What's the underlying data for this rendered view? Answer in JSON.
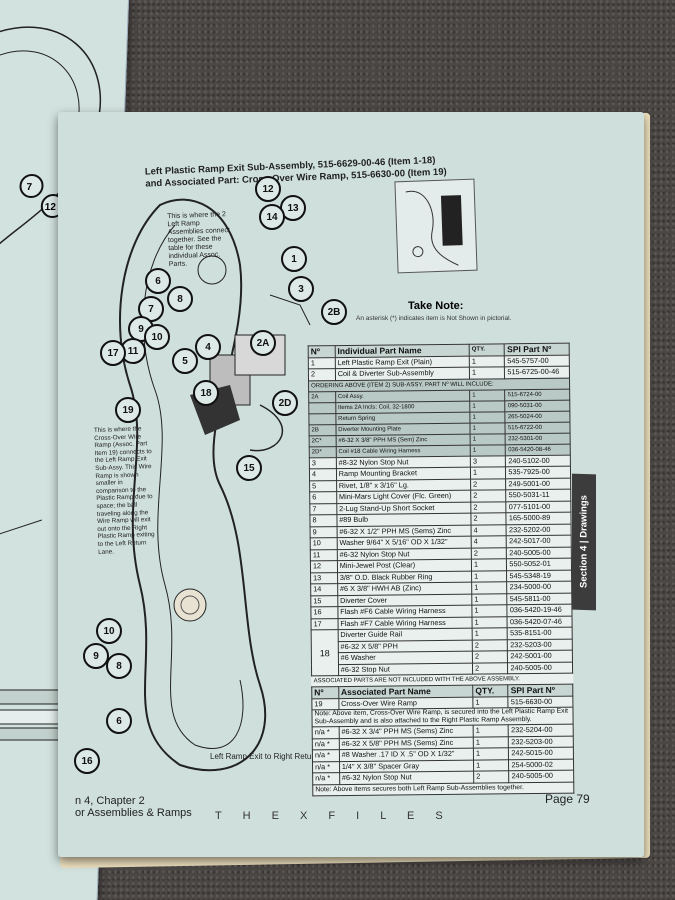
{
  "page": {
    "title_line1": "Left Plastic Ramp Exit Sub-Assembly, 515-6629-00-46 (Item 1-18)",
    "title_line2": "and Associated Part:  Cross-Over Wire Ramp, 515-6630-00 (Item 19)",
    "take_note_heading": "Take Note:",
    "take_note_text": "An asterisk (*) indicates item is Not Shown in pictorial.",
    "side_tab": "Section 4 | Drawings",
    "page_number": "Page 79",
    "footer_chapter": "n 4, Chapter 2",
    "footer_sub": "or Assemblies & Ramps",
    "footer_brand": "T H E  X  F I L E S",
    "ramp_caption": "Left Ramp Exit to Right Return Lane.",
    "left_note": "This is where the Cross-Over Wire Ramp (Assoc. Part Item 19) connects to the Left Ramp Exit Sub-Assy. This Wire Ramp is shown smaller in comparison to the Plastic Ramp due to space; the ball traveling along the Wire Ramp will exit out onto the Right Plastic Ramp exiting to the Left Return Lane.",
    "top_note": "This is where the 2 Left Ramp Assemblies connect together. See the table for these individual Assoc. Parts."
  },
  "callouts": [
    "12",
    "13",
    "14",
    "1",
    "6",
    "3",
    "2B",
    "8",
    "7",
    "9",
    "10",
    "11",
    "5",
    "4",
    "2A",
    "18",
    "17",
    "19",
    "2D",
    "15"
  ],
  "callouts_lower": [
    "10",
    "9",
    "8",
    "6",
    "16"
  ],
  "parts_table": {
    "headers": [
      "Nº",
      "Individual Part Name",
      "QTY.",
      "SPI Part Nº"
    ],
    "rows": [
      [
        "1",
        "Left Plastic Ramp Exit (Plain)",
        "1",
        "545-5757-00"
      ],
      [
        "2",
        "Coil & Diverter Sub-Assembly",
        "1",
        "515-6725-00-46"
      ]
    ],
    "sub_heading": "ORDERING ABOVE (ITEM 2) SUB-ASSY. PART Nº WILL INCLUDE:",
    "sub_rows": [
      [
        "2A",
        "Coil Assy.",
        "1",
        "515-6724-00"
      ],
      [
        "",
        "Items 2A Incls: Coil, 32-1800",
        "1",
        "090-5031-00"
      ],
      [
        "",
        "Return Spring",
        "1",
        "265-5024-00"
      ],
      [
        "2B",
        "Diverter Mounting Plate",
        "1",
        "515-6722-00"
      ],
      [
        "2C*",
        "#6-32 X 3/8\" PPH MS (Sem) Zinc",
        "1",
        "232-5301-00"
      ],
      [
        "2D*",
        "Coil #18 Cable Wiring Harness",
        "1",
        "036-5420-08-46"
      ]
    ],
    "rows2": [
      [
        "3",
        "#8-32 Nylon Stop Nut",
        "3",
        "240-5102-00"
      ],
      [
        "4",
        "Ramp Mounting Bracket",
        "1",
        "535-7925-00"
      ],
      [
        "5",
        "Rivet, 1/8\" x 3/16\" Lg.",
        "2",
        "249-5001-00"
      ],
      [
        "6",
        "Mini-Mars Light Cover (Flc. Green)",
        "2",
        "550-5031-11"
      ],
      [
        "7",
        "2-Lug Stand-Up Short Socket",
        "2",
        "077-5101-00"
      ],
      [
        "8",
        "#89 Bulb",
        "2",
        "165-5000-89"
      ],
      [
        "9",
        "#6-32 X 1/2\" PPH MS (Sems) Zinc",
        "4",
        "232-5202-00"
      ],
      [
        "10",
        "Washer 9/64\" X 5/16\" OD X 1/32\"",
        "4",
        "242-5017-00"
      ],
      [
        "11",
        "#6-32 Nylon Stop Nut",
        "2",
        "240-5005-00"
      ],
      [
        "12",
        "Mini-Jewel Post (Clear)",
        "1",
        "550-5052-01"
      ],
      [
        "13",
        "3/8\" O.D. Black Rubber Ring",
        "1",
        "545-5348-19"
      ],
      [
        "14",
        "#6 X 3/8\" HWH AB (Zinc)",
        "1",
        "234-5000-00"
      ],
      [
        "15",
        "Diverter Cover",
        "1",
        "545-5811-00"
      ],
      [
        "16",
        "Flash #F6 Cable Wiring Harness",
        "1",
        "036-5420-19-46"
      ],
      [
        "17",
        "Flash #F7 Cable Wiring Harness",
        "1",
        "036-5420-07-46"
      ]
    ],
    "item18": {
      "num": "18",
      "rows": [
        [
          "Diverter Guide Rail",
          "1",
          "535-8151-00"
        ],
        [
          "#6-32 X 5/8\" PPH",
          "2",
          "232-5203-00"
        ],
        [
          "#6 Washer",
          "2",
          "242-5001-00"
        ],
        [
          "#6-32 Stop Nut",
          "2",
          "240-5005-00"
        ]
      ]
    },
    "assoc_caption": "ASSOCIATED PARTS ARE NOT INCLUDED WITH THE ABOVE ASSEMBLY.",
    "assoc_headers": [
      "Nº",
      "Associated Part Name",
      "QTY.",
      "SPI Part Nº"
    ],
    "assoc_rows": [
      [
        "19",
        "Cross-Over Wire Ramp",
        "1",
        "515-6630-00"
      ]
    ],
    "assoc_note": "Note:  Above item, Cross-Over Wire Ramp, is secured into the Left Plastic Ramp Exit Sub-Assembly and is also attached to the Right Plastic Ramp Assembly.",
    "assoc_rows2": [
      [
        "n/a *",
        "#6-32 X 3/4\" PPH MS (Sems) Zinc",
        "1",
        "232-5204-00"
      ],
      [
        "n/a *",
        "#6-32 X 5/8\" PPH MS (Sems) Zinc",
        "1",
        "232-5203-00"
      ],
      [
        "n/a *",
        "#8 Washer .17 ID X .5\" OD X 1/32\"",
        "1",
        "242-5015-00"
      ],
      [
        "n/a *",
        "1/4\" X 3/8\" Spacer Gray",
        "1",
        "254-5000-02"
      ],
      [
        "n/a *",
        "#6-32 Nylon Stop Nut",
        "2",
        "240-5005-00"
      ]
    ],
    "assoc_note2": "Note:  Above items secures both Left Ramp Sub-Assemblies together."
  },
  "colors": {
    "page": "#cfe0dc",
    "tab": "#3d3c3c",
    "header": "#c7d6d2"
  }
}
